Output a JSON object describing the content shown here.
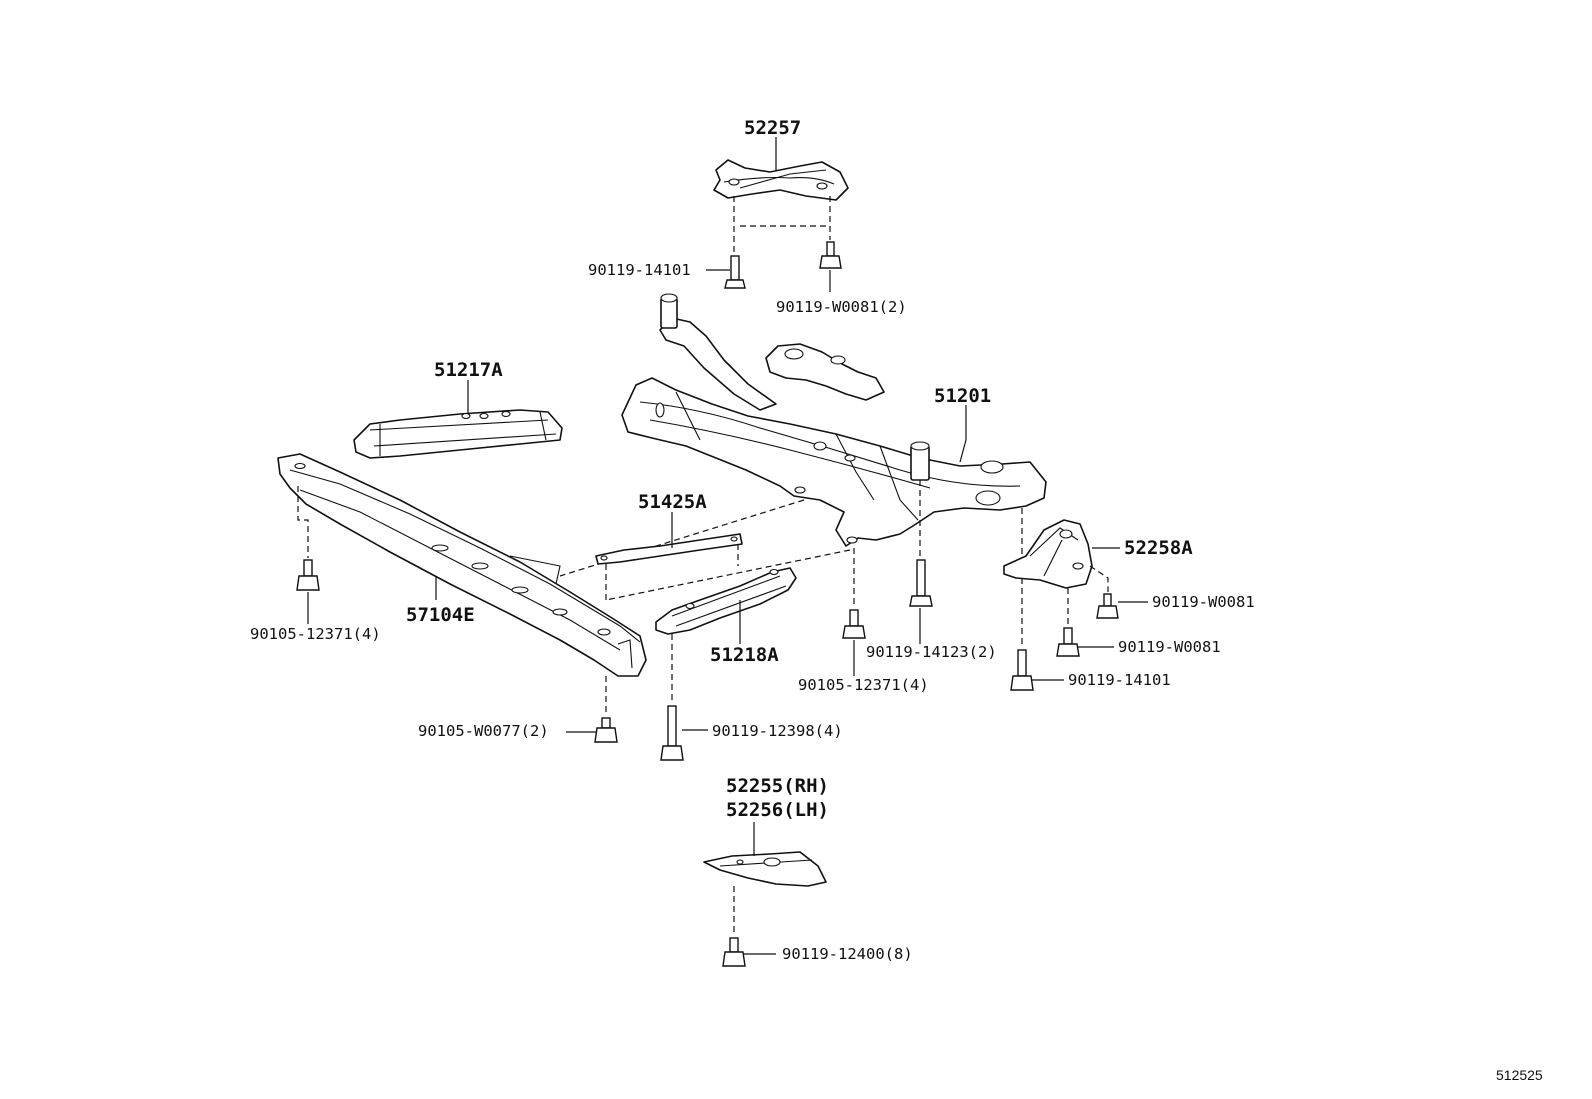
{
  "figure_code": "512525",
  "labels": {
    "p52257": "52257",
    "p90119_14101_top": "90119-14101",
    "p90119_W0081_2": "90119-W0081(2)",
    "p51217A": "51217A",
    "p51201": "51201",
    "p51425A": "51425A",
    "p52258A": "52258A",
    "p90119_W0081_a": "90119-W0081",
    "p90119_W0081_b": "90119-W0081",
    "p57104E": "57104E",
    "p90105_12371_4_left": "90105-12371(4)",
    "p51218A": "51218A",
    "p90119_14123_2": "90119-14123(2)",
    "p90105_12371_4_mid": "90105-12371(4)",
    "p90119_14101_right": "90119-14101",
    "p90105_W0077_2": "90105-W0077(2)",
    "p90119_12398_4": "90119-12398(4)",
    "p52255_RH": "52255(RH)",
    "p52256_LH": "52256(LH)",
    "p90119_12400_8": "90119-12400(8)"
  }
}
